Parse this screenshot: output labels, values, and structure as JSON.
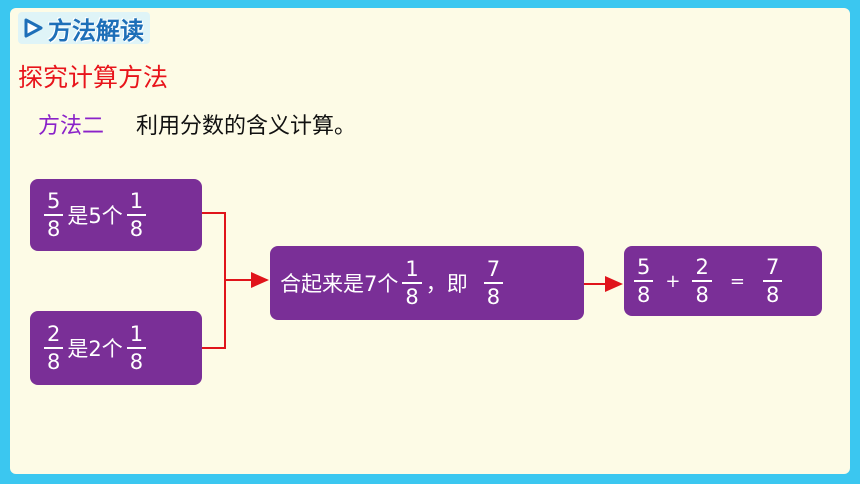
{
  "section_label": "方法解读",
  "subtitle": "探究计算方法",
  "method": {
    "label": "方法二",
    "text": "利用分数的含义计算。"
  },
  "box_a": {
    "frac_num": "5",
    "frac_den": "8",
    "text": "是5个",
    "unit_num": "1",
    "unit_den": "8"
  },
  "box_b": {
    "frac_num": "2",
    "frac_den": "8",
    "text": "是2个",
    "unit_num": "1",
    "unit_den": "8"
  },
  "box_c": {
    "text": "合起来是7个",
    "unit_num": "1",
    "unit_den": "8",
    "sep": "，即",
    "res_num": "7",
    "res_den": "8"
  },
  "box_d": {
    "a_num": "5",
    "a_den": "8",
    "plus": "+",
    "b_num": "2",
    "b_den": "8",
    "equals": "=",
    "r_num": "7",
    "r_den": "8"
  },
  "colors": {
    "frame": "#3bc7f0",
    "box": "#7a2f97",
    "arrow": "#e0141b",
    "subtitle": "#e8141b",
    "method_label": "#8a22c9"
  }
}
